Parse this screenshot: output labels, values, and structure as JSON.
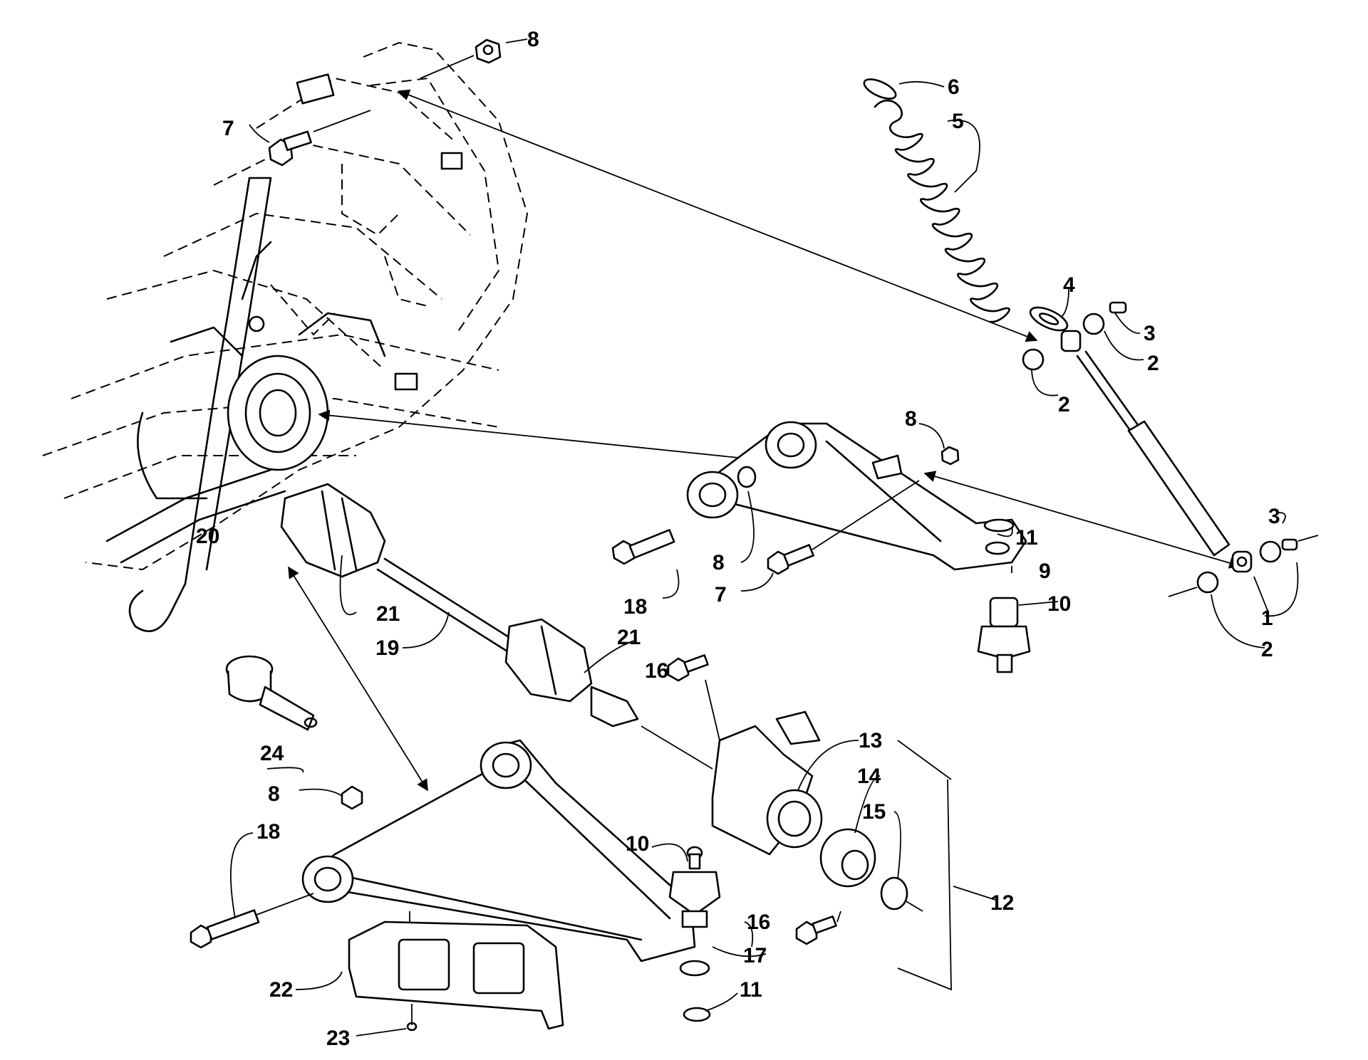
{
  "diagram": {
    "callouts": [
      {
        "id": "c8a",
        "label": "8"
      },
      {
        "id": "c7a",
        "label": "7"
      },
      {
        "id": "c6",
        "label": "6"
      },
      {
        "id": "c5",
        "label": "5"
      },
      {
        "id": "c4",
        "label": "4"
      },
      {
        "id": "c3a",
        "label": "3"
      },
      {
        "id": "c2a",
        "label": "2"
      },
      {
        "id": "c2b",
        "label": "2"
      },
      {
        "id": "c8b",
        "label": "8"
      },
      {
        "id": "c11a",
        "label": "11"
      },
      {
        "id": "c9",
        "label": "9"
      },
      {
        "id": "c10a",
        "label": "10"
      },
      {
        "id": "c3b",
        "label": "3"
      },
      {
        "id": "c1",
        "label": "1"
      },
      {
        "id": "c2c",
        "label": "2"
      },
      {
        "id": "c20",
        "label": "20"
      },
      {
        "id": "c8c",
        "label": "8"
      },
      {
        "id": "c7b",
        "label": "7"
      },
      {
        "id": "c18a",
        "label": "18"
      },
      {
        "id": "c21a",
        "label": "21"
      },
      {
        "id": "c19",
        "label": "19"
      },
      {
        "id": "c21b",
        "label": "21"
      },
      {
        "id": "c16a",
        "label": "16"
      },
      {
        "id": "c13",
        "label": "13"
      },
      {
        "id": "c14",
        "label": "14"
      },
      {
        "id": "c15",
        "label": "15"
      },
      {
        "id": "c24",
        "label": "24"
      },
      {
        "id": "c8d",
        "label": "8"
      },
      {
        "id": "c18b",
        "label": "18"
      },
      {
        "id": "c10b",
        "label": "10"
      },
      {
        "id": "c12",
        "label": "12"
      },
      {
        "id": "c16b",
        "label": "16"
      },
      {
        "id": "c17",
        "label": "17"
      },
      {
        "id": "c11b",
        "label": "11"
      },
      {
        "id": "c22",
        "label": "22"
      },
      {
        "id": "c23",
        "label": "23"
      }
    ]
  }
}
